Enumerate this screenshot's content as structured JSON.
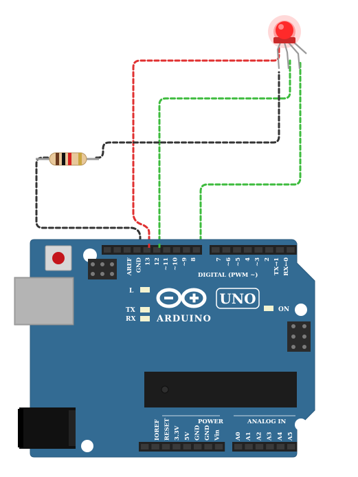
{
  "board": {
    "logo_text": "ARDUINO",
    "model": "UNO",
    "on_label": "ON",
    "l_label": "L",
    "tx_label": "TX",
    "rx_label": "RX",
    "digital_label": "DIGITAL (PWM ~)",
    "power_label": "POWER",
    "analog_label": "ANALOG IN",
    "digital_pins_left": [
      "AREF",
      "GND",
      "13",
      "12",
      "~11",
      "~10",
      "~9",
      "8"
    ],
    "digital_pins_right": [
      "7",
      "~6",
      "~5",
      "4",
      "~3",
      "2",
      "TX→1",
      "RX←0"
    ],
    "power_pins": [
      "IOREF",
      "RESET",
      "3.3V",
      "5V",
      "GND",
      "GND",
      "Vin"
    ],
    "analog_pins": [
      "A0",
      "A1",
      "A2",
      "A3",
      "A4",
      "A5"
    ]
  },
  "colors": {
    "board": "#336b93",
    "board_edge": "#2a5a7e",
    "header": "#222222",
    "wire_red": "#e03030",
    "wire_green": "#3dbb3d",
    "wire_black": "#333333",
    "led": "#ff2a2a"
  },
  "components": {
    "led": "red LED",
    "resistor": "resistor",
    "usb": "usb-connector",
    "power_jack": "dc-power-jack",
    "chip": "atmega-chip"
  }
}
